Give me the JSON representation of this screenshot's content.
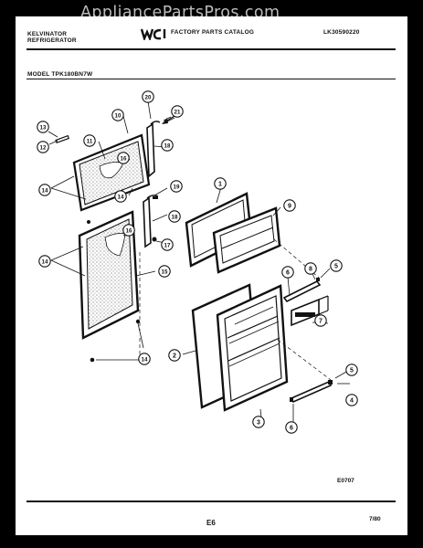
{
  "watermark": "AppliancePartsPros.com",
  "header": {
    "brand_line1": "KELVINATOR",
    "brand_line2": "REFRIGERATOR",
    "logo_text": "WCI",
    "catalog_title": "FACTORY PARTS CATALOG",
    "catalog_number": "LK30590220",
    "model": "MODEL TPK180BN7W"
  },
  "callouts": [
    "1",
    "2",
    "3",
    "4",
    "5",
    "6",
    "7",
    "8",
    "9",
    "10",
    "11",
    "12",
    "13",
    "14",
    "15",
    "16",
    "17",
    "18",
    "19",
    "20",
    "21"
  ],
  "footer": {
    "drawing_code": "E0707",
    "page_code": "E6",
    "date": "7/80"
  }
}
